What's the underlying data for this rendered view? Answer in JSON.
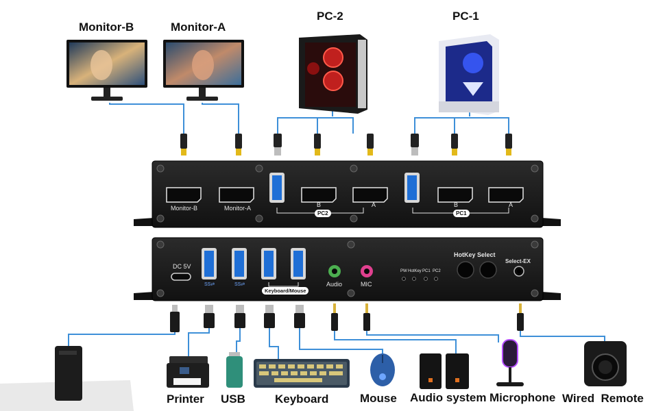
{
  "devices_top": {
    "monitor_b": "Monitor-B",
    "monitor_a": "Monitor-A",
    "pc2": "PC-2",
    "pc1": "PC-1"
  },
  "rear_panel": {
    "monitor_b": "Monitor-B",
    "monitor_a": "Monitor-A",
    "pc2_b": "B",
    "pc2_a": "A",
    "pc2_group": "PC2",
    "pc1_b": "B",
    "pc1_a": "A",
    "pc1_group": "PC1"
  },
  "front_panel": {
    "dc": "DC 5V",
    "usb_logo_1": "SS⇄",
    "usb_logo_2": "SS⇄",
    "kbm_group": "Keyboard/Mouse",
    "audio": "Audio",
    "mic": "MIC",
    "led_pw": "PW",
    "led_hotkey": "HotKey",
    "led_pc1": "PC1",
    "led_pc2": "PC2",
    "hotkey_select": "HotKey Select",
    "select_ex": "Select-EX"
  },
  "devices_bottom": {
    "printer": "Printer",
    "usb": "USB",
    "keyboard": "Keyboard",
    "mouse": "Mouse",
    "audio_system": "Audio system",
    "microphone": "Microphone",
    "wired_remote": "Wired  Remote"
  },
  "colors": {
    "cable": "#3d8fd8",
    "chassis": "#1c1c1c",
    "usb_blue": "#1f6fd6",
    "audio_green": "#4caf50",
    "mic_pink": "#e0408f"
  }
}
